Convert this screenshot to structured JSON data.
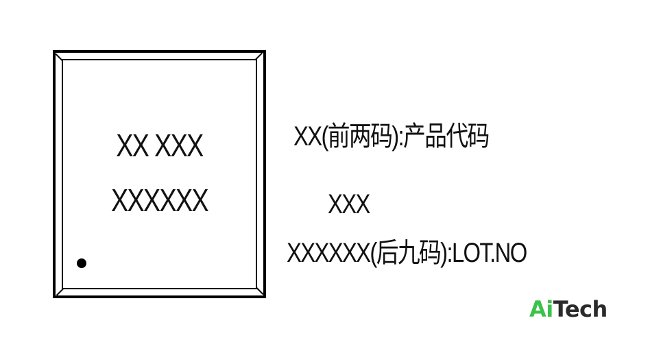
{
  "chip": {
    "line1": "XX XXX",
    "line2": "XXXXXX"
  },
  "annotations": {
    "code_label": "XX(前两码):产品代码",
    "top_code": "XXX",
    "lot_label": "XXXXXX(后九码):LOT.NO"
  },
  "brand": {
    "ai": "Ai",
    "rest": "Tech",
    "colors": {
      "ai": "#3cc24b",
      "rest": "#2b2b2b"
    }
  }
}
